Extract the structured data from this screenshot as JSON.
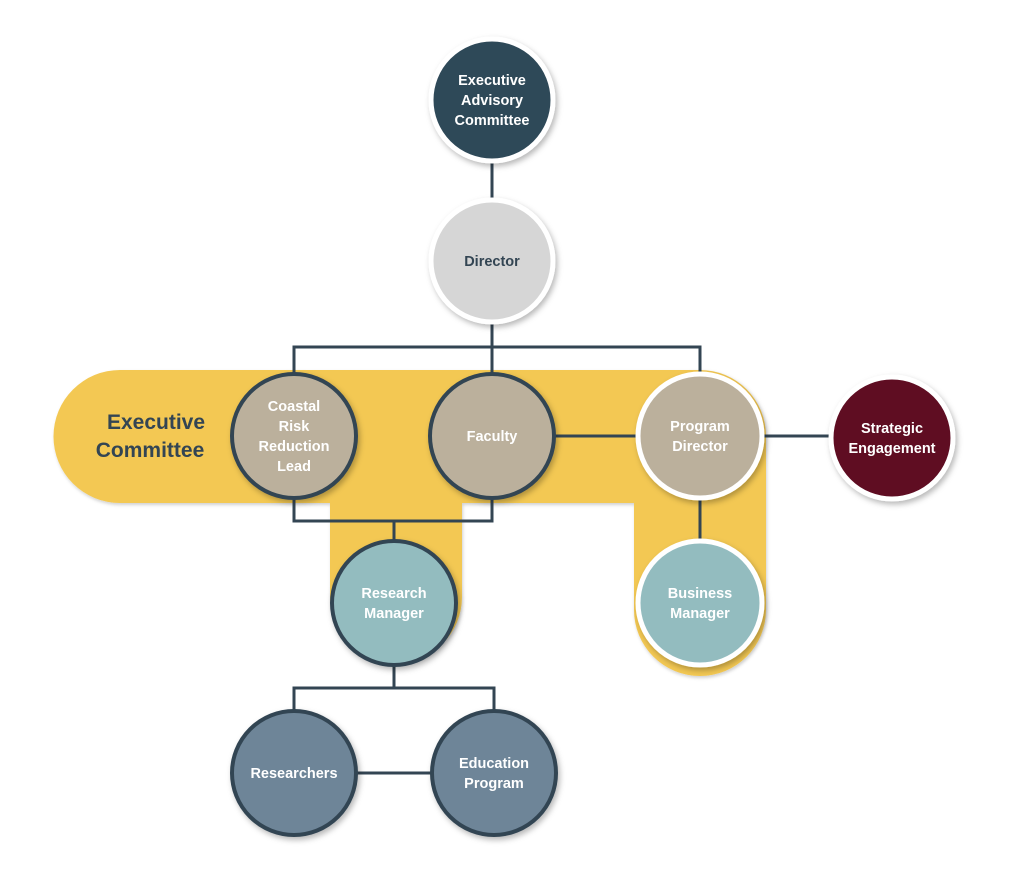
{
  "diagram": {
    "group_label": [
      "Executive",
      "Committee"
    ],
    "colors": {
      "line": "#334553",
      "group_band": "#f3c852",
      "node_border": "#334553"
    },
    "nodes": [
      {
        "id": "executive-advisory-committee",
        "lines": [
          "Executive",
          "Advisory",
          "Committee"
        ],
        "fill": "#2f4858",
        "ring": "#ffffff",
        "text_color": "#ffffff"
      },
      {
        "id": "director",
        "lines": [
          "Director"
        ],
        "fill": "#d6d6d6",
        "ring": "#ffffff",
        "text_color": "#334553"
      },
      {
        "id": "coastal-risk-reduction-lead",
        "lines": [
          "Coastal",
          "Risk",
          "Reduction",
          "Lead"
        ],
        "fill": "#bbb09c",
        "ring": "#334553",
        "text_color": "#ffffff"
      },
      {
        "id": "faculty",
        "lines": [
          "Faculty"
        ],
        "fill": "#bbb09c",
        "ring": "#334553",
        "text_color": "#ffffff"
      },
      {
        "id": "program-director",
        "lines": [
          "Program",
          "Director"
        ],
        "fill": "#bbb09c",
        "ring": "#ffffff",
        "text_color": "#ffffff"
      },
      {
        "id": "strategic-engagement",
        "lines": [
          "Strategic",
          "Engagement"
        ],
        "fill": "#5e0d23",
        "ring": "#ffffff",
        "text_color": "#ffffff"
      },
      {
        "id": "research-manager",
        "lines": [
          "Research",
          "Manager"
        ],
        "fill": "#93bcbf",
        "ring": "#334553",
        "text_color": "#ffffff"
      },
      {
        "id": "business-manager",
        "lines": [
          "Business",
          "Manager"
        ],
        "fill": "#93bcbf",
        "ring": "#ffffff",
        "text_color": "#ffffff"
      },
      {
        "id": "researchers",
        "lines": [
          "Researchers"
        ],
        "fill": "#6e8598",
        "ring": "#334553",
        "text_color": "#ffffff"
      },
      {
        "id": "education-program",
        "lines": [
          "Education",
          "Program"
        ],
        "fill": "#6e8598",
        "ring": "#334553",
        "text_color": "#ffffff"
      }
    ]
  }
}
